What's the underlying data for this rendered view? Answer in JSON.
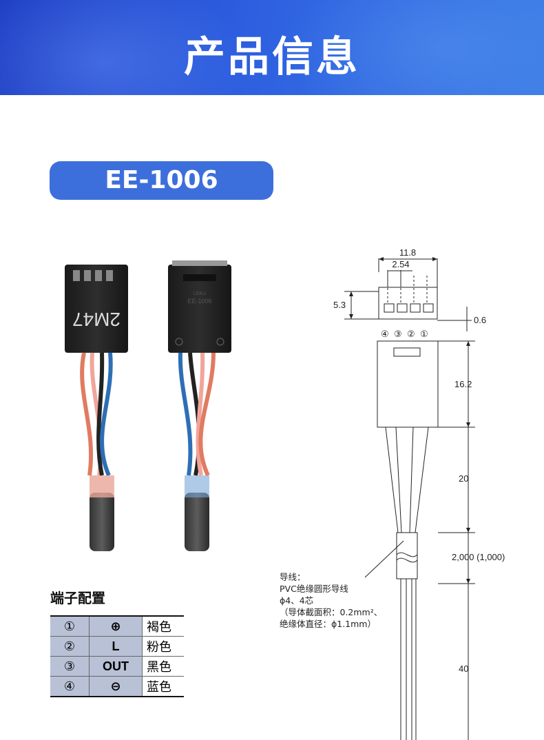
{
  "header": {
    "title": "产品信息"
  },
  "model": {
    "name": "EE-1006"
  },
  "photo": {
    "connector_marking": "2M47",
    "back_marking_1": "EE-1006",
    "back_marking_2": "LEKU"
  },
  "terminals": {
    "title": "端子配置",
    "rows": [
      {
        "no": "①",
        "symbol": "⊕",
        "color": "褐色"
      },
      {
        "no": "②",
        "symbol": "L",
        "color": "粉色"
      },
      {
        "no": "③",
        "symbol": "OUT",
        "color": "黑色"
      },
      {
        "no": "④",
        "symbol": "⊖",
        "color": "蓝色"
      }
    ]
  },
  "drawing": {
    "dim_width": "11.8",
    "dim_pitch": "2.54",
    "dim_height": "5.3",
    "dim_thickness": "0.6",
    "pin_labels": [
      "④",
      "③",
      "②",
      "①"
    ],
    "dim_body": "16.2",
    "dim_wire_exposed": "20",
    "dim_cable": "2,000 (1,000)",
    "dim_end": "40",
    "note": [
      "导线：",
      "PVC绝缘圆形导线",
      "ϕ4、4芯",
      "（导体截面积：0.2mm²、",
      "绝缘体直径：ϕ1.1mm）"
    ]
  }
}
